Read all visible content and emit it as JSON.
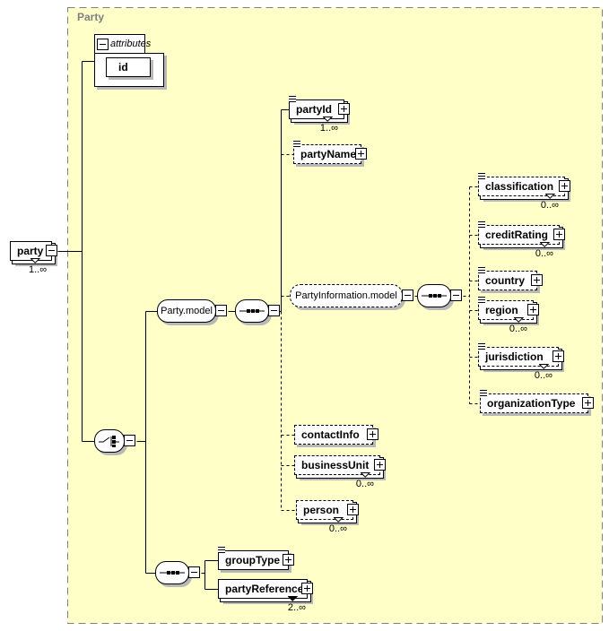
{
  "header": {
    "container_label": "Party"
  },
  "nodes": {
    "party": {
      "label": "party",
      "occurs": "1..∞"
    },
    "attributes_group": {
      "label": "attributes"
    },
    "id_attribute": {
      "label": "id"
    },
    "party_model": {
      "label": "Party.model"
    },
    "partyId": {
      "label": "partyId",
      "occurs": "1..∞"
    },
    "partyName": {
      "label": "partyName"
    },
    "partyInformation_model": {
      "label": "PartyInformation.model"
    },
    "classification": {
      "label": "classification",
      "occurs": "0..∞"
    },
    "creditRating": {
      "label": "creditRating",
      "occurs": "0..∞"
    },
    "country": {
      "label": "country"
    },
    "region": {
      "label": "region",
      "occurs": "0..∞"
    },
    "jurisdiction": {
      "label": "jurisdiction",
      "occurs": "0..∞"
    },
    "organizationType": {
      "label": "organizationType"
    },
    "contactInfo": {
      "label": "contactInfo"
    },
    "businessUnit": {
      "label": "businessUnit",
      "occurs": "0..∞"
    },
    "person": {
      "label": "person",
      "occurs": "0..∞"
    },
    "groupType": {
      "label": "groupType"
    },
    "partyReference": {
      "label": "partyReference",
      "occurs": "2..∞"
    }
  },
  "icons": {
    "collapse_icon": "−",
    "expand_icon": "+",
    "annotation_icon": "≡",
    "sequence_icon": "—■■■—",
    "choice_icon": "switch-to-three-items",
    "occurs_triangle_icon": "▽"
  },
  "colors": {
    "canvas_bg": "#ffffff",
    "container_bg": "#ffffc8",
    "container_border": "#808080",
    "container_label": "#808080",
    "box_bg": "#ffffff",
    "box_border": "#000000",
    "shadow": "#b8b8b8",
    "line": "#000000"
  }
}
